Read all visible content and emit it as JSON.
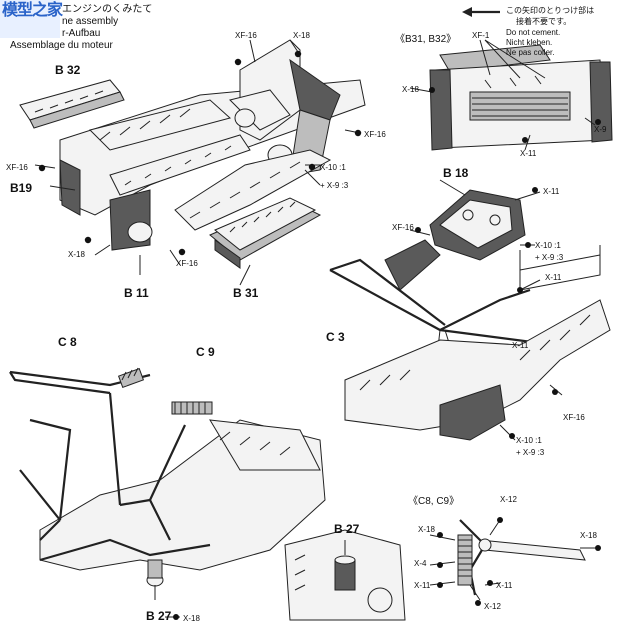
{
  "watermark": "模型之家",
  "header": {
    "ja": "エンジンのくみたて",
    "en": "ne assembly",
    "de": "r-Aufbau",
    "fr": "Assemblage du moteur"
  },
  "note": {
    "ja1": "この矢印のとりつけ部は",
    "ja2": "接着不要です。",
    "en": "Do not cement.",
    "de": "Nicht kleben.",
    "fr": "Ne pas coller."
  },
  "labels": {
    "b32": "B 32",
    "xf16_a": "XF-16",
    "x18_a": "X-18",
    "xf16_b": "XF-16",
    "xf16_c": "XF-16",
    "b19": "B19",
    "x10_1a": "X-10 :1",
    "x9_3a": "+ X-9 :3",
    "x18_b": "X-18",
    "xf16_d": "XF-16",
    "b11": "B 11",
    "b31": "B 31",
    "sub_b31_b32": "《B31, B32》",
    "xf1": "XF-1",
    "x18_c": "X-18",
    "x9": "X-9",
    "x11_a": "X-11",
    "b18": "B 18",
    "x11_b": "X-11",
    "xf16_e": "XF-16",
    "x10_1b": "X-10 :1",
    "x9_3b": "+ X-9 :3",
    "x11_c": "X-11",
    "c3": "C 3",
    "x11_d": "X-11",
    "xf16_f": "XF-16",
    "x10_1c": "X-10 :1",
    "x9_3c": "+ X-9 :3",
    "c8": "C 8",
    "c9": "C 9",
    "b27": "B 27",
    "b27_x18": "X-18",
    "sub_c8_c9": "《C8, C9》",
    "x12_a": "X-12",
    "x18_d": "X-18",
    "x18_e": "X-18",
    "x4": "X-4",
    "x11_e": "X-11",
    "x11_f": "X-11",
    "x12_b": "X-12"
  }
}
